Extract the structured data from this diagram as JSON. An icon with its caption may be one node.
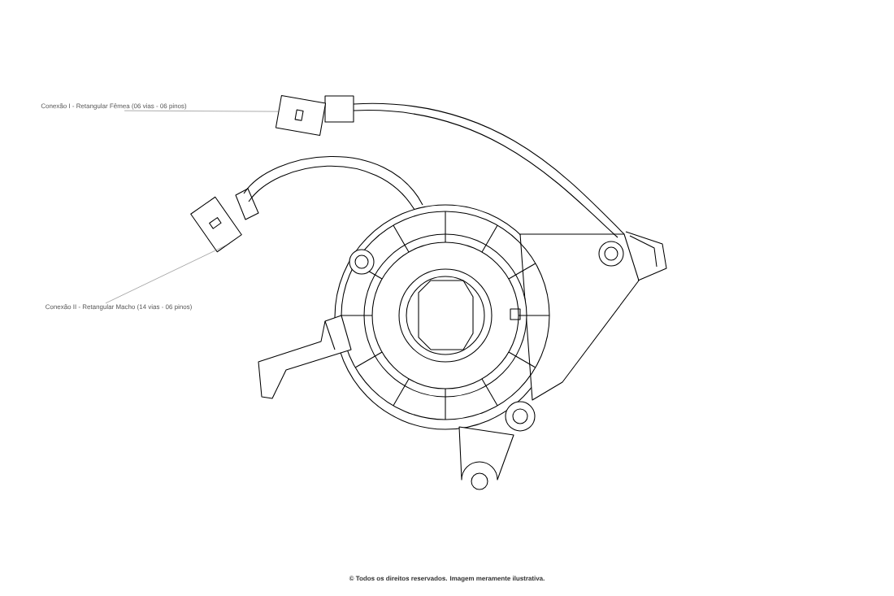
{
  "diagram": {
    "nodes": [
      {
        "text": [
          "Conexão I - Retangular Fêmea (06 vias - 06 pinos)"
        ]
      },
      {
        "text": [],
        "shape": "picture"
      },
      {
        "text": [
          "Conexão II - Retangular Macho (14 vias - 06 pinos)"
        ]
      },
      {
        "text": [],
        "shape": "picture"
      }
    ],
    "edges": [
      {
        "from": 0,
        "to": 1,
        "arrow": "none"
      },
      {
        "from": 2,
        "to": 3,
        "arrow": "none"
      }
    ],
    "labels": [
      "© Todos os direitos reservados. Imagem meramente ilustrativa."
    ]
  }
}
